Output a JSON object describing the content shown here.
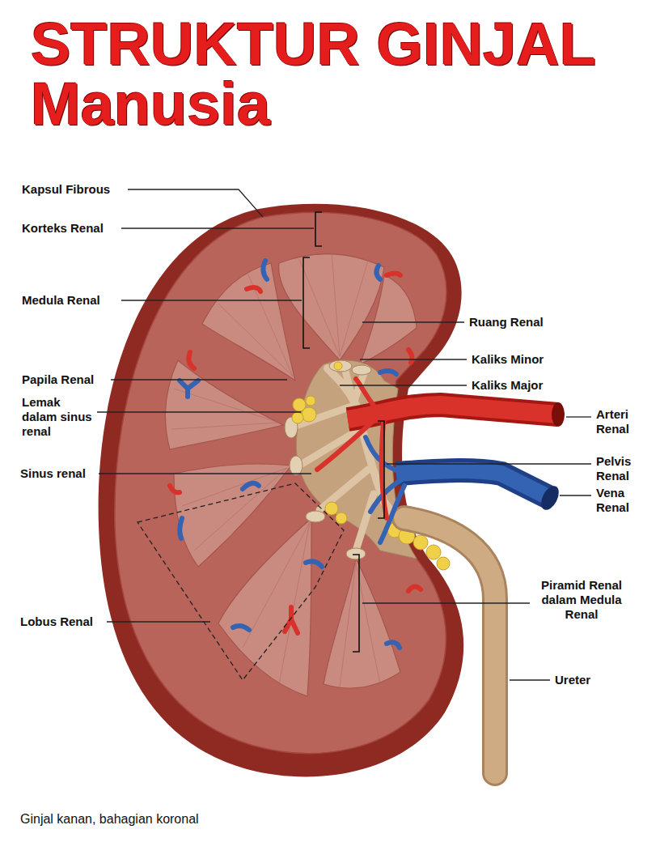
{
  "diagram": {
    "title": "STRUKTUR GINJAL Manusia",
    "caption": "Ginjal kanan, bahagian koronal",
    "labels": [
      "Kapsul Fibrous",
      "Korteks Renal",
      "Medula Renal",
      "Ruang Renal",
      "Kaliks Minor",
      "Papila Renal",
      "Kaliks Major",
      "Lemak dalam sinus renal",
      "Arteri Renal",
      "Sinus renal",
      "Pelvis Renal",
      "Vena Renal",
      "Lobus Renal",
      "Piramid Renal dalam Medula Renal",
      "Ureter"
    ]
  }
}
